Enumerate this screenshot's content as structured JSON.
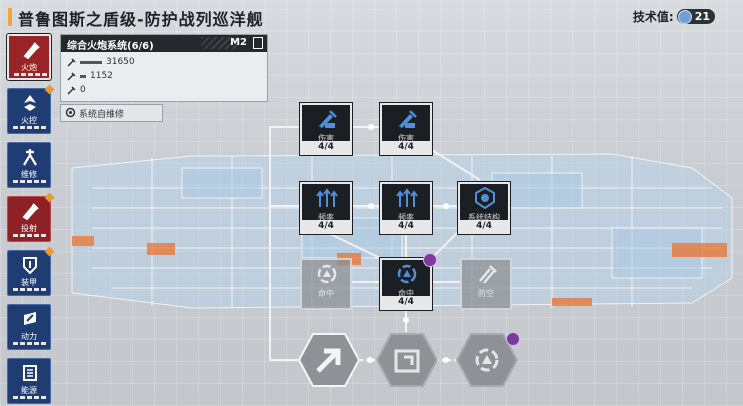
{
  "header": {
    "title": "普鲁图斯之盾级-防护战列巡洋舰",
    "tech_label": "技术值:",
    "tech_value": "21"
  },
  "sidebar": {
    "items": [
      {
        "label": "火炮",
        "icon": "cannon-icon",
        "state": "active"
      },
      {
        "label": "火控",
        "icon": "fire-control-icon",
        "state": "normal"
      },
      {
        "label": "维修",
        "icon": "repair-icon",
        "state": "normal"
      },
      {
        "label": "投射",
        "icon": "launcher-icon",
        "state": "normal"
      },
      {
        "label": "装甲",
        "icon": "armor-icon",
        "state": "normal"
      },
      {
        "label": "动力",
        "icon": "engine-icon",
        "state": "normal"
      },
      {
        "label": "能源",
        "icon": "energy-icon",
        "state": "normal"
      }
    ]
  },
  "panel": {
    "system_name": "综合火炮系统(6/6)",
    "level": "M2",
    "stats": [
      {
        "icon": "damage-icon",
        "value": "31650"
      },
      {
        "icon": "rate-icon",
        "value": "1152"
      },
      {
        "icon": "hit-icon",
        "value": "0"
      }
    ],
    "repair_label": "系统自维修"
  },
  "skill_tree": {
    "nodes": [
      {
        "id": "dmg-1",
        "label": "伤害",
        "value": "4/4",
        "state": "active"
      },
      {
        "id": "dmg-2",
        "label": "伤害",
        "value": "4/4",
        "state": "active"
      },
      {
        "id": "rate-1",
        "label": "频率",
        "value": "4/4",
        "state": "active"
      },
      {
        "id": "rate-2",
        "label": "频率",
        "value": "4/4",
        "state": "active"
      },
      {
        "id": "structure",
        "label": "系统结构",
        "value": "4/4",
        "state": "active"
      },
      {
        "id": "hit-locked",
        "label": "命中",
        "value": "",
        "state": "locked"
      },
      {
        "id": "hit",
        "label": "命中",
        "value": "4/4",
        "state": "active"
      },
      {
        "id": "anti-aircraft",
        "label": "防空",
        "value": "",
        "state": "locked"
      }
    ],
    "hex_nodes": [
      {
        "id": "hex-damage",
        "state": "active"
      },
      {
        "id": "hex-target",
        "state": "locked"
      },
      {
        "id": "hex-energy",
        "state": "locked"
      }
    ]
  },
  "colors": {
    "accent": "#f0a640",
    "node_dark": "#1b1f24",
    "sidebar_blue": "#1f3d73",
    "sidebar_red": "#8e2125",
    "gem": "#7a3b9c"
  }
}
